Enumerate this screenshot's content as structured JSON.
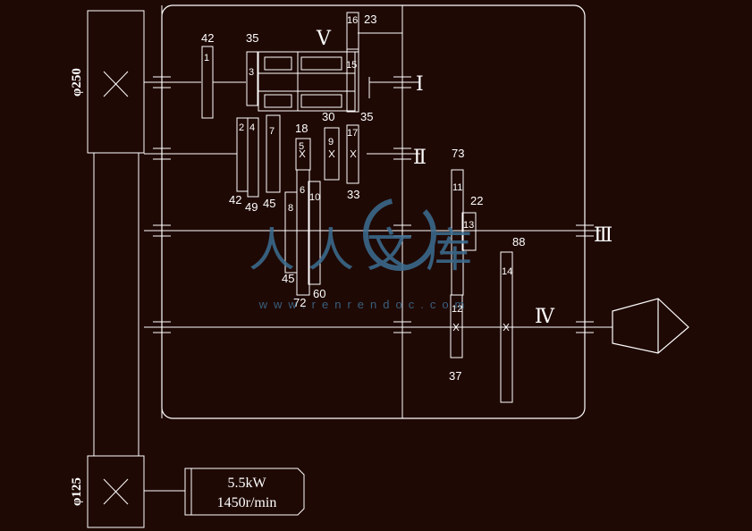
{
  "colors": {
    "background": "#1f0904",
    "line": "#ffffff",
    "watermark": "#3c6e93"
  },
  "pulley_top_diameter": "φ250",
  "pulley_bottom_diameter": "φ125",
  "motor": {
    "power": "5.5kW",
    "speed": "1450r/min"
  },
  "shafts": [
    "Ⅰ",
    "Ⅱ",
    "Ⅲ",
    "Ⅳ",
    "Ⅴ"
  ],
  "gear_ids": [
    "1",
    "2",
    "3",
    "4",
    "5",
    "6",
    "7",
    "8",
    "9",
    "10",
    "11",
    "12",
    "13",
    "14",
    "15",
    "16",
    "17"
  ],
  "teeth_counts": [
    "42",
    "35",
    "23",
    "30",
    "35",
    "18",
    "42",
    "49",
    "45",
    "33",
    "73",
    "22",
    "88",
    "45",
    "72",
    "60",
    "37"
  ],
  "watermark": {
    "brand": "人人文库",
    "url": "www.renrendoc.com"
  },
  "icons": {
    "cone_end": "bevel-gear-icon",
    "cross_mark": "x-mark-icon"
  }
}
